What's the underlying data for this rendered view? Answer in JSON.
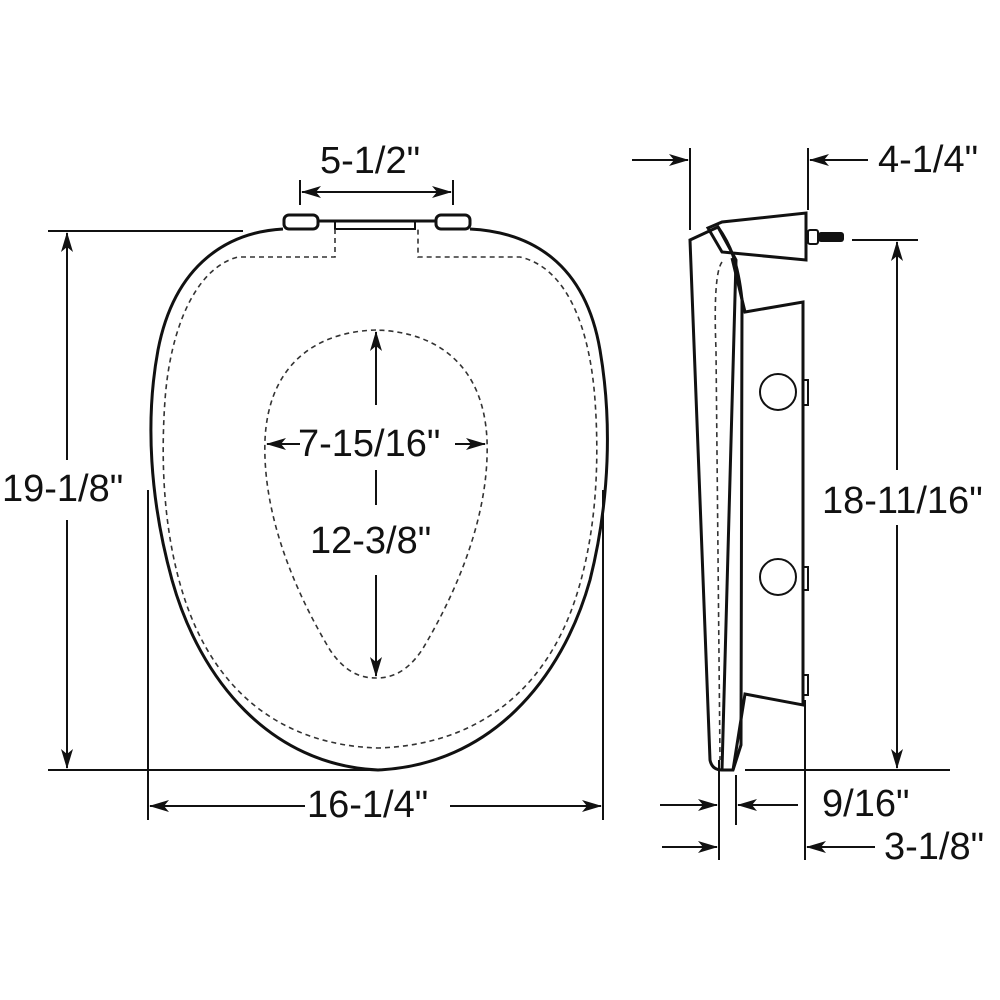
{
  "diagram": {
    "subject": "Toilet seat dimension drawing",
    "views": [
      "top-view",
      "side-view"
    ],
    "colors": {
      "line": "#111111",
      "background": "#ffffff"
    }
  },
  "top_view": {
    "hinge_spacing": "5-1/2\"",
    "overall_length": "19-1/8\"",
    "overall_width": "16-1/4\"",
    "opening_width": "7-15/16\"",
    "opening_length": "12-3/8\""
  },
  "side_view": {
    "hinge_depth": "4-1/4\"",
    "bolt_to_front": "18-11/16\"",
    "seat_thickness": "9/16\"",
    "overall_height": "3-1/8\""
  }
}
